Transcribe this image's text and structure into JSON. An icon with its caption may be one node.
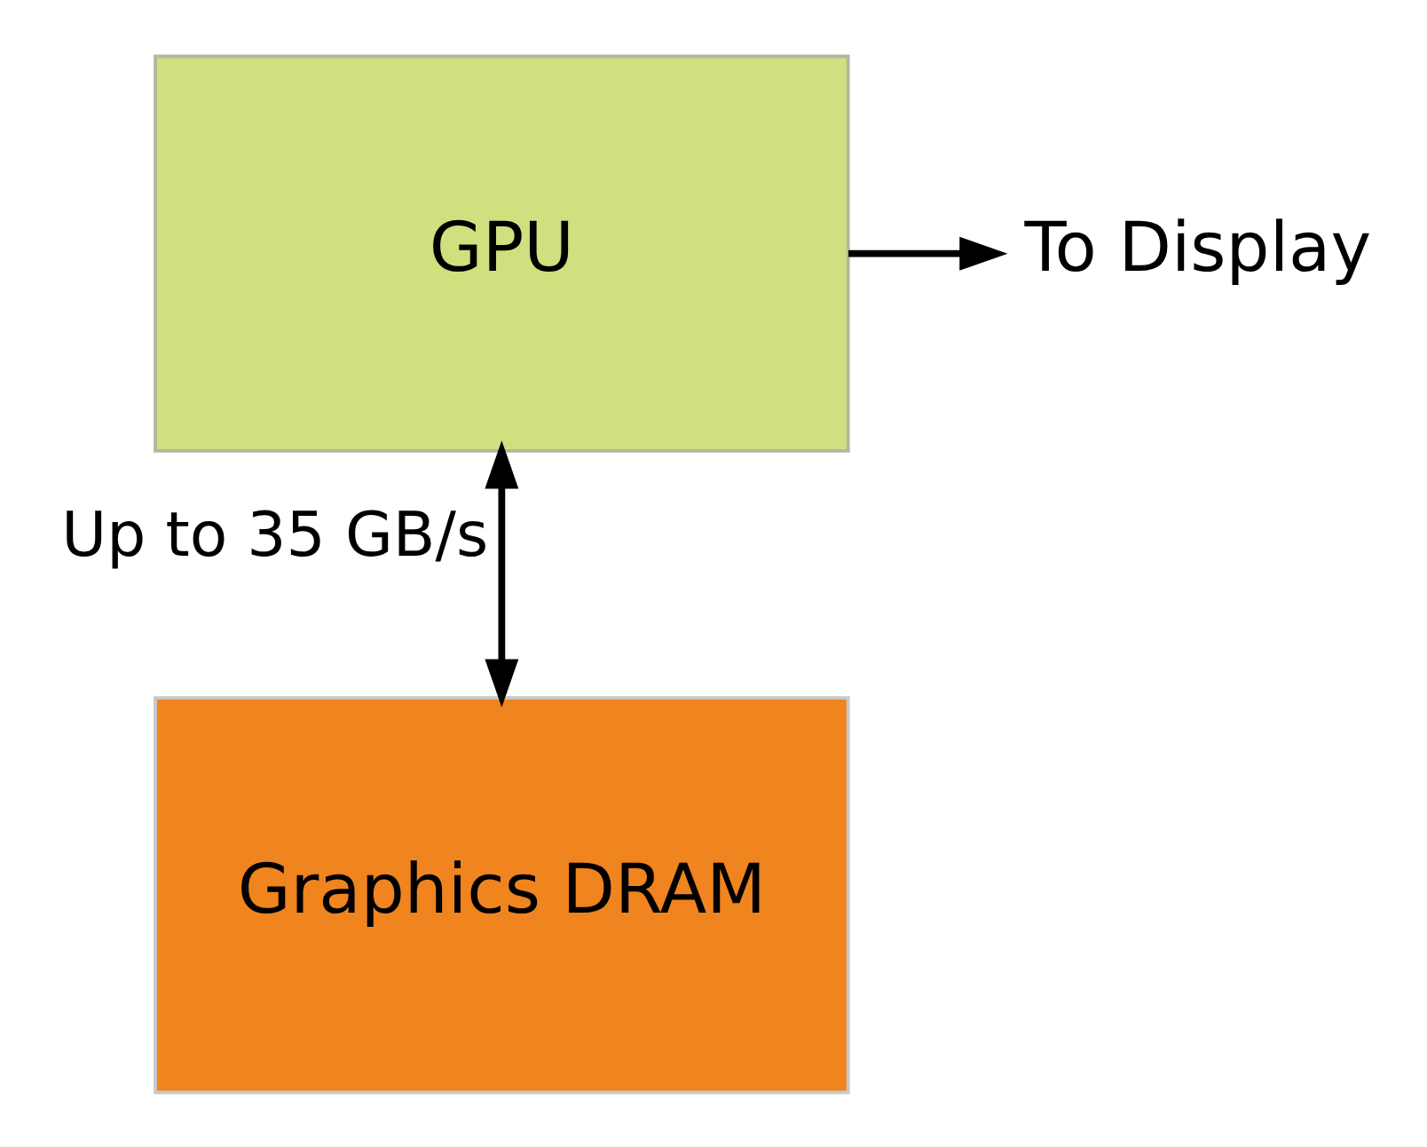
{
  "diagram": {
    "nodes": [
      {
        "text": [
          "GPU"
        ]
      },
      {
        "text": [
          "To Display"
        ]
      },
      {
        "text": [
          "Graphics DRAM"
        ]
      }
    ],
    "edges": [
      {
        "from": 0,
        "to": 1,
        "arrow": "to"
      },
      {
        "from": 0,
        "to": 2,
        "arrow": "both",
        "label": "Up to 35 GB/s"
      }
    ]
  }
}
